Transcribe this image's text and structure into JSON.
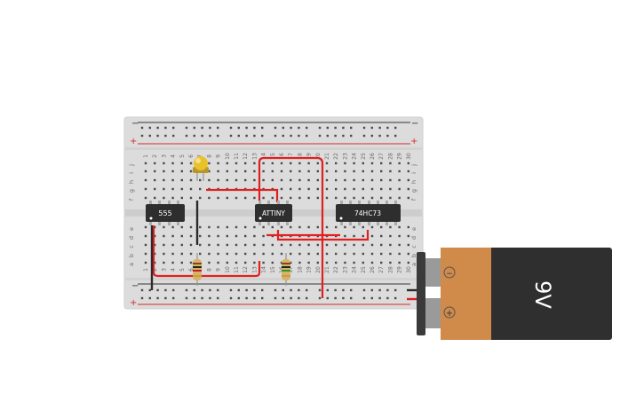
{
  "breadboard": {
    "rail_minus": "−",
    "rail_plus": "+",
    "row_letters_top": [
      "j",
      "i",
      "h",
      "g",
      "f"
    ],
    "row_letters_bottom": [
      "e",
      "d",
      "c",
      "b",
      "a"
    ],
    "column_numbers": [
      "1",
      "2",
      "3",
      "4",
      "5",
      "6",
      "7",
      "8",
      "9",
      "10",
      "11",
      "12",
      "13",
      "14",
      "15",
      "16",
      "17",
      "18",
      "19",
      "20",
      "21",
      "22",
      "23",
      "24",
      "25",
      "26",
      "27",
      "28",
      "29",
      "30"
    ]
  },
  "components": {
    "ic_555": "555",
    "ic_attiny": "ATTINY",
    "ic_74hc73": "74HC73"
  },
  "battery": {
    "label": "9V",
    "minus_symbol": "−",
    "plus_symbol": "+"
  },
  "colors": {
    "board": "#dcdcdc",
    "rail_red": "#d42a2a",
    "rail_black": "#333333",
    "wire_red": "#e02020",
    "wire_black": "#2b2b2b",
    "chip": "#2e2e2e",
    "led": "#e9c12a",
    "resistor": "#d9b26a",
    "battery_copper": "#d08a4a",
    "battery_body": "#2f2f2f"
  }
}
